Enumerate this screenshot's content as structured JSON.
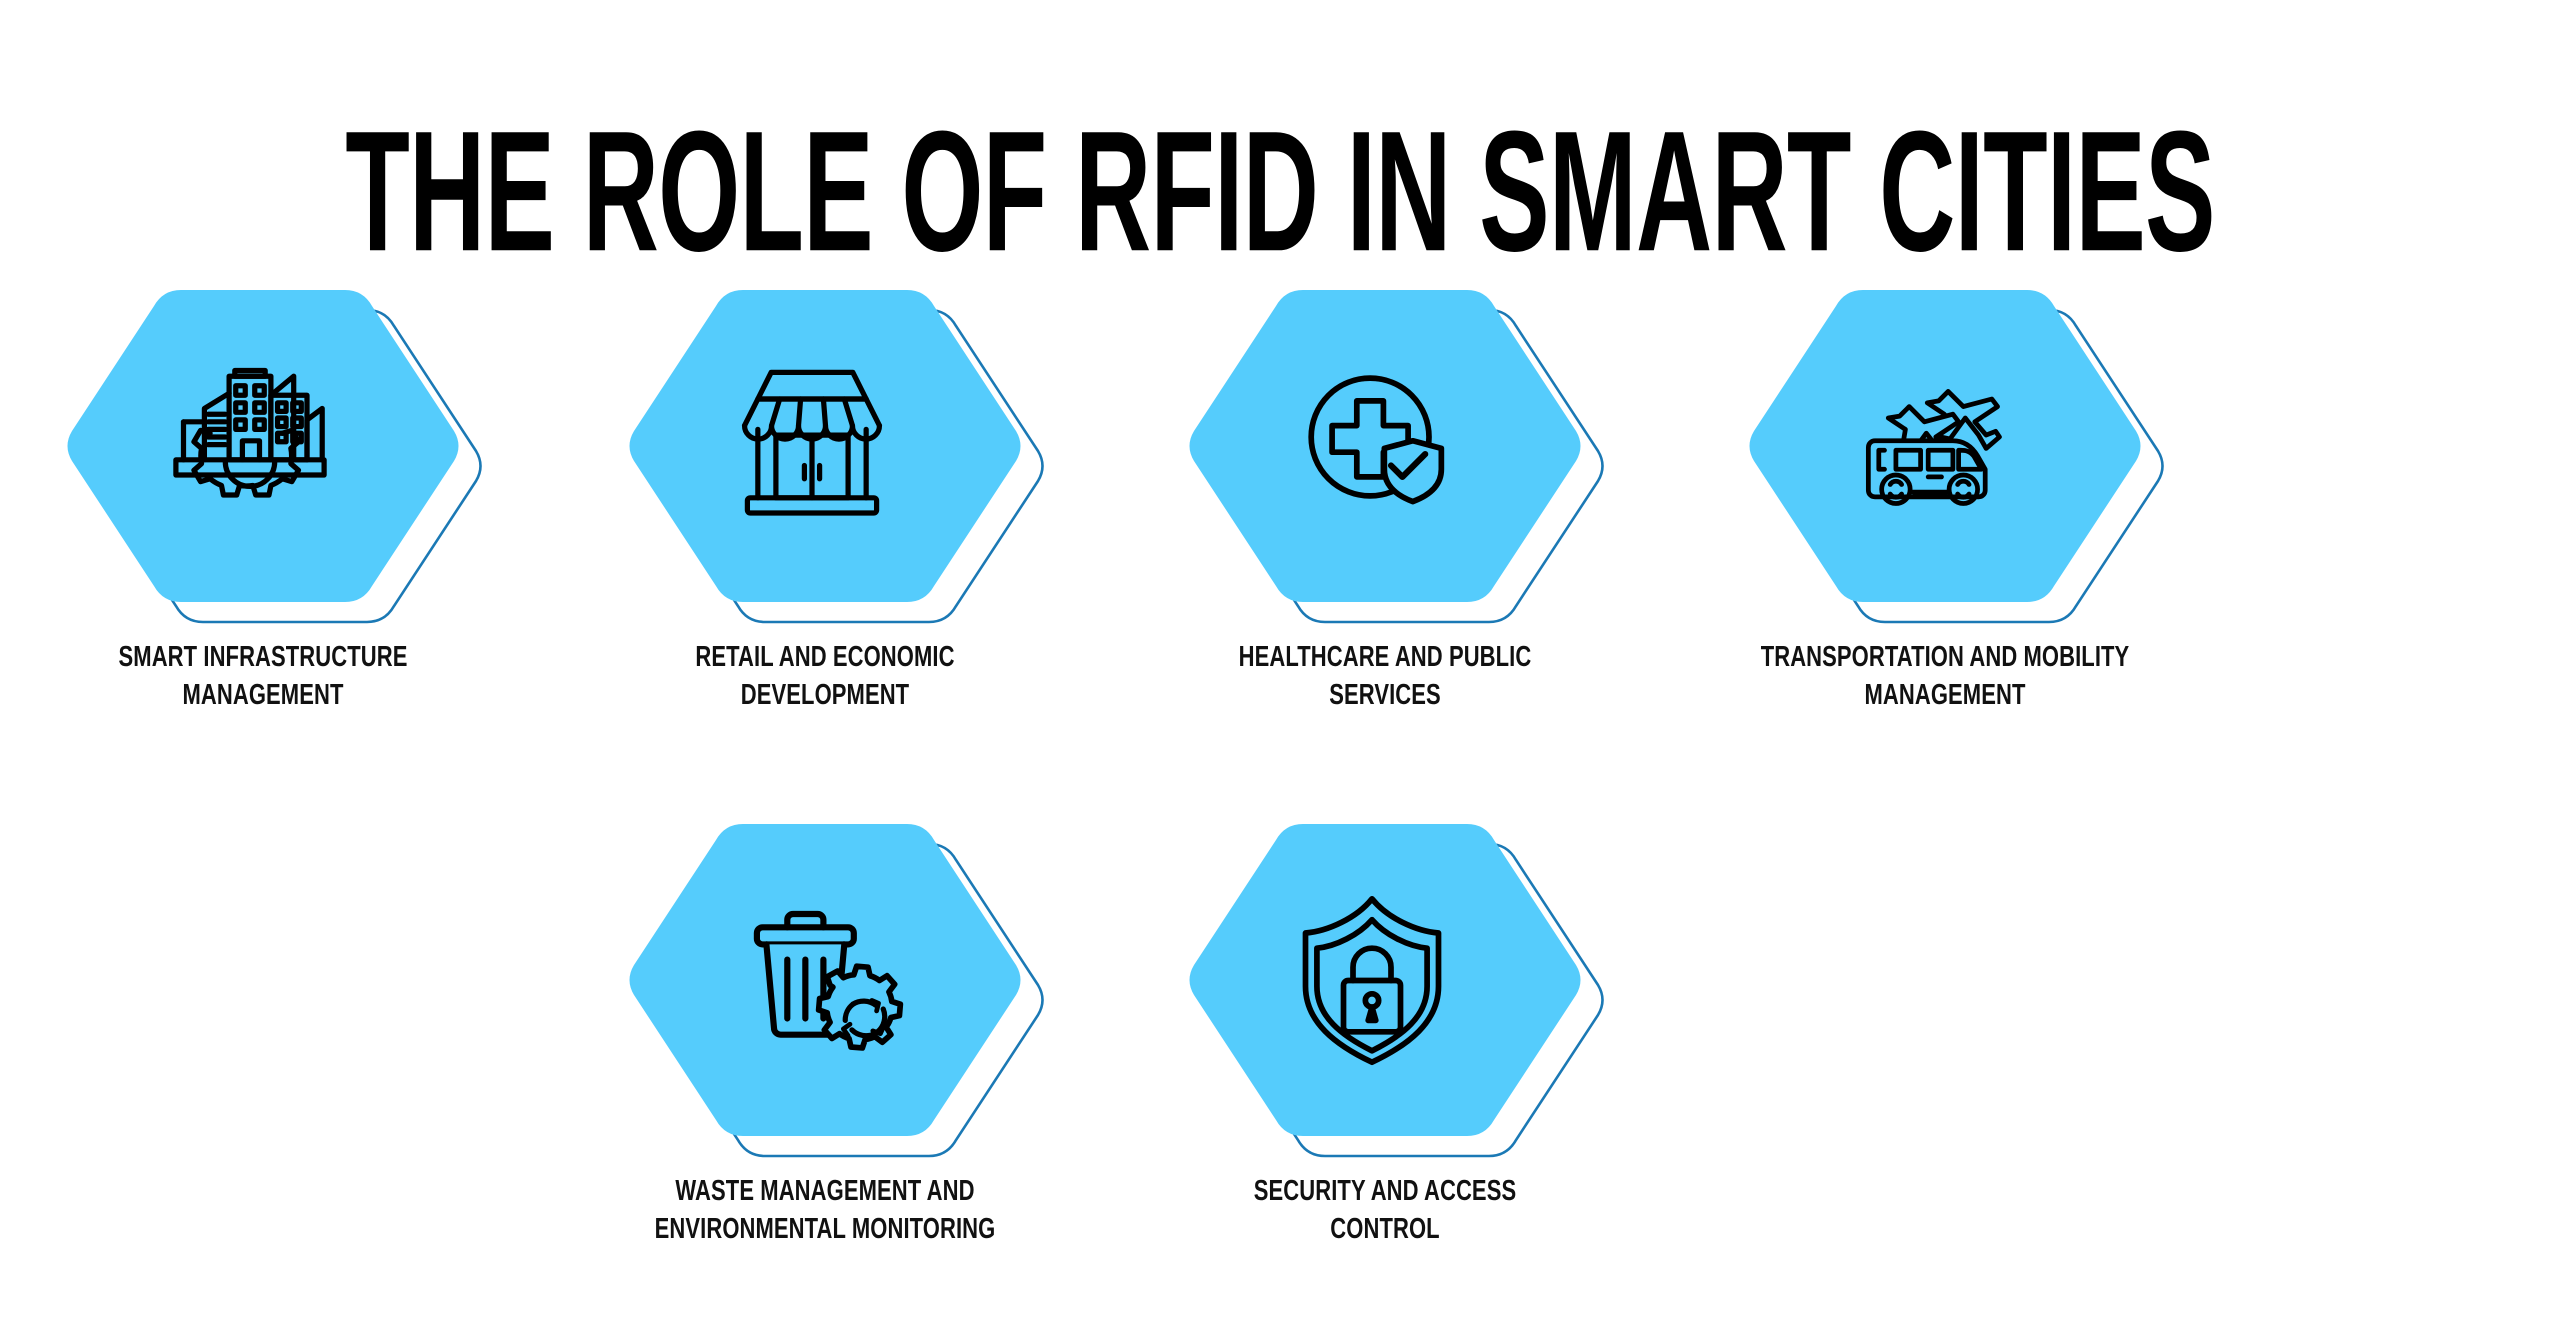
{
  "page": {
    "title": "THE ROLE OF RFID IN SMART CITIES",
    "background_color": "#ffffff"
  },
  "theme": {
    "hex_fill": "#55ccfc",
    "hex_outline": "#1b79b5",
    "icon_stroke": "#000000",
    "title_color": "#000000",
    "label_color": "#111111"
  },
  "cards": [
    {
      "id": "smart-infrastructure-management",
      "icon": "city-buildings-gear-icon",
      "label_line1": "SMART INFRASTRUCTURE",
      "label_line2": "MANAGEMENT"
    },
    {
      "id": "retail-and-economic-development",
      "icon": "storefront-icon",
      "label_line1": "RETAIL AND ECONOMIC",
      "label_line2": "DEVELOPMENT"
    },
    {
      "id": "healthcare-and-public-services",
      "icon": "medical-cross-shield-icon",
      "label_line1": "HEALTHCARE AND PUBLIC",
      "label_line2": "SERVICES"
    },
    {
      "id": "transportation-and-mobility-management",
      "icon": "airplanes-bus-icon",
      "label_line1": "TRANSPORTATION AND MOBILITY",
      "label_line2": "MANAGEMENT"
    },
    {
      "id": "waste-management-and-environmental-monitoring",
      "icon": "trash-bin-recycle-gear-icon",
      "label_line1": "WASTE MANAGEMENT AND",
      "label_line2": "ENVIRONMENTAL MONITORING"
    },
    {
      "id": "security-and-access-control",
      "icon": "shield-padlock-icon",
      "label_line1": "SECURITY AND ACCESS",
      "label_line2": "CONTROL"
    }
  ]
}
